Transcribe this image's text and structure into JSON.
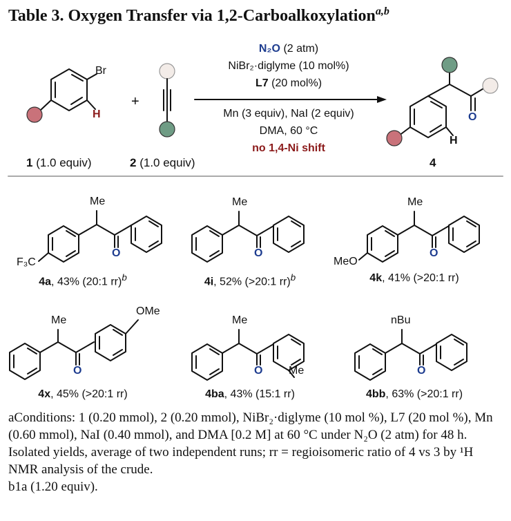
{
  "title": {
    "text": "Table 3. Oxygen Transfer via 1,2-Carboalkoxylation",
    "sup": "a,b"
  },
  "scheme": {
    "reactant1": {
      "num": "1",
      "equiv": "(1.0 equiv)",
      "atom_br": "Br",
      "atom_h": "H"
    },
    "plus": "+",
    "reactant2": {
      "num": "2",
      "equiv": "(1.0 equiv)"
    },
    "conditions": {
      "line1_bold": "N₂O",
      "line1_rest": "(2 atm)",
      "line2": "NiBr₂·diglyme (10 mol%)",
      "line3_bold": "L7",
      "line3_rest": "(20 mol%)",
      "line4": "Mn (3 equiv), NaI (2 equiv)",
      "line5": "DMA, 60 °C",
      "line6": "no 1,4-Ni shift"
    },
    "product": {
      "num": "4",
      "atom_h": "H",
      "atom_o": "O"
    }
  },
  "products": [
    {
      "id": "4a",
      "rest": ", 43% (20:1 rr)",
      "sup": "b",
      "sub_label": "F₃C",
      "top_label": "Me",
      "o": "O"
    },
    {
      "id": "4i",
      "rest": ", 52% (>20:1 rr)",
      "sup": "b",
      "sub_label": "",
      "top_label": "Me",
      "o": "O"
    },
    {
      "id": "4k",
      "rest": ", 41% (>20:1 rr)",
      "sup": "",
      "sub_label": "MeO",
      "top_label": "Me",
      "o": "O"
    },
    {
      "id": "4x",
      "rest": ", 45% (>20:1 rr)",
      "sup": "",
      "sub_label": "OMe",
      "top_label": "Me",
      "o": "O"
    },
    {
      "id": "4ba",
      "rest": ", 43% (15:1 rr)",
      "sup": "",
      "sub_label": "Me",
      "top_label": "Me",
      "o": "O"
    },
    {
      "id": "4bb",
      "rest": ", 63% (>20:1 rr)",
      "sup": "",
      "sub_label": "",
      "top_label": "nBu",
      "o": "O"
    }
  ],
  "footnotes": {
    "a": "aConditions: 1 (0.20 mmol), 2 (0.20 mmol), NiBr₂·diglyme (10 mol %), L7 (20 mol %), Mn (0.60 mmol), NaI (0.40 mmol), and DMA [0.2 M] at 60 °C under N₂O (2 atm) for 48 h. Isolated yields, average of two independent runs; rr = regioisomeric ratio of 4 vs 3 by ¹H NMR analysis of the crude.",
    "b": "b1a (1.20 equiv)."
  },
  "colors": {
    "red_ball": "#c9727a",
    "green_ball": "#6f9c85",
    "pale_ball": "#f3ece8",
    "blue_text": "#1d3c8f",
    "red_text": "#8b1a1a"
  }
}
